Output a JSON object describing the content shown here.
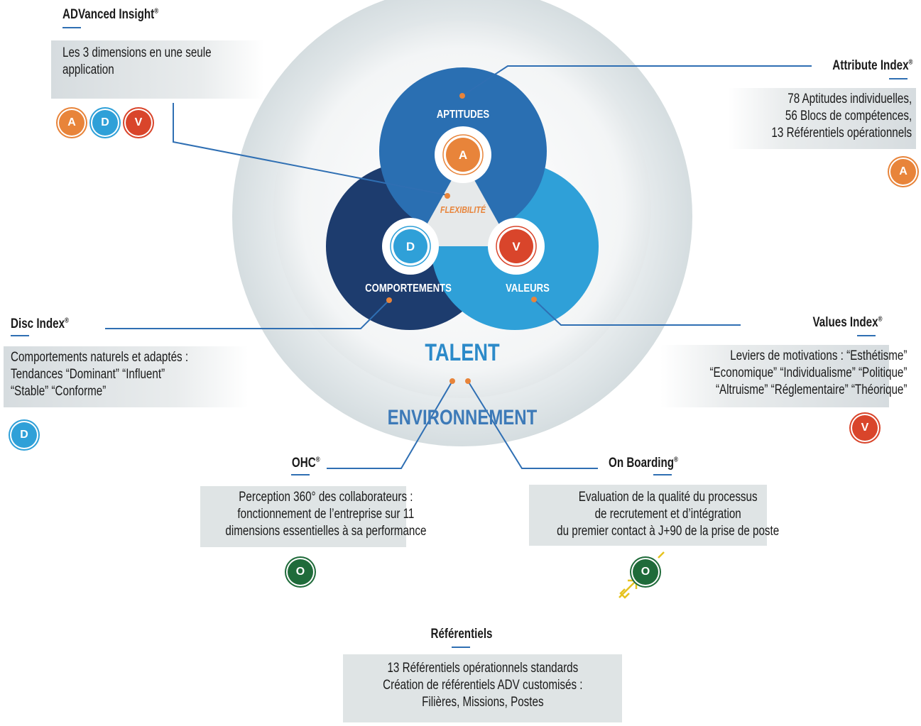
{
  "colors": {
    "aptitudes": "#2a6fb2",
    "comportements": "#1d3c6e",
    "valeurs": "#2fa0d8",
    "orange": "#e8843a",
    "red": "#d9452b",
    "green": "#1f6b3a",
    "connector": "#2f6fb3",
    "talent": "#2c8ac9",
    "environnement": "#3d7ab8"
  },
  "center": {
    "aptitudes_label": "APTITUDES",
    "comportements_label": "COMPORTEMENTS",
    "valeurs_label": "VALEURS",
    "flexibilite_label": "FLEXIBILITÉ",
    "badge_a": "A",
    "badge_d": "D",
    "badge_v": "V",
    "talent_label": "TALENT",
    "environnement_label": "ENVIRONNEMENT"
  },
  "advanced": {
    "title": "ADVanced Insight",
    "mark": "®",
    "lines": [
      "Les 3 dimensions en une seule",
      "application"
    ],
    "badges": [
      "A",
      "D",
      "V"
    ]
  },
  "attribute": {
    "title": "Attribute Index",
    "mark": "®",
    "lines": [
      "78 Aptitudes individuelles,",
      "56 Blocs de compétences,",
      "13 Référentiels opérationnels"
    ],
    "badge": "A"
  },
  "disc": {
    "title": "Disc Index",
    "mark": "®",
    "lines": [
      "Comportements naturels et adaptés :",
      "Tendances “Dominant” “Influent”",
      "“Stable” “Conforme”"
    ],
    "badge": "D"
  },
  "values": {
    "title": "Values Index",
    "mark": "®",
    "lines": [
      "Leviers de motivations : “Esthétisme”",
      "“Economique” “Individualisme” “Politique”",
      "“Altruisme” “Réglementaire” “Théorique”"
    ],
    "badge": "V"
  },
  "ohc": {
    "title": "OHC",
    "mark": "®",
    "lines": [
      "Perception 360° des collaborateurs :",
      "fonctionnement de l’entreprise sur 11",
      "dimensions essentielles à sa performance"
    ],
    "badge": "O"
  },
  "onboarding": {
    "title": "On Boarding",
    "mark": "®",
    "lines": [
      "Evaluation de la qualité du processus",
      "de recrutement et d’intégration",
      "du premier contact à J+90 de la prise de poste"
    ],
    "badge": "O"
  },
  "referentiels": {
    "title": "Référentiels",
    "lines": [
      "13 Référentiels opérationnels standards",
      "Création de référentiels ADV customisés :",
      "Filières, Missions, Postes"
    ]
  }
}
